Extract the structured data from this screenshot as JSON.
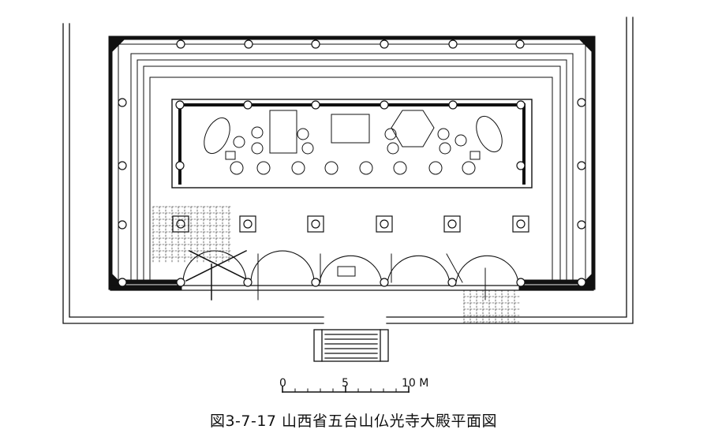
{
  "figure": {
    "caption": "図3-7-17  山西省五台山仏光寺大殿平面図"
  },
  "scale_bar": {
    "labels": [
      "0",
      "5",
      "10 M"
    ]
  },
  "colors": {
    "ink": "#111111",
    "paper": "#ffffff"
  }
}
